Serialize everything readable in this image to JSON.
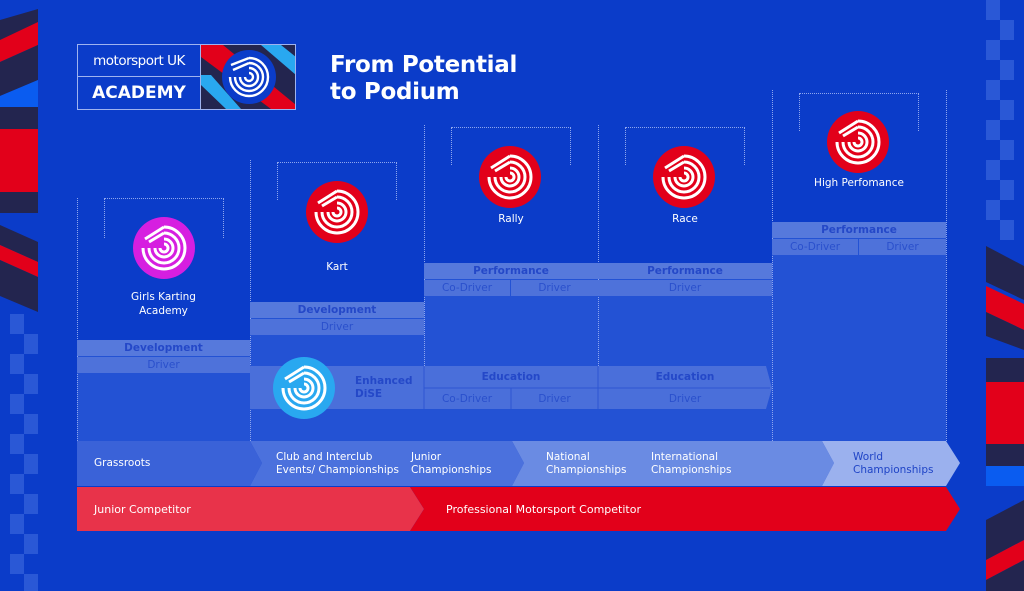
{
  "header": {
    "logo_top": "motorsport UK",
    "logo_bottom": "ACADEMY",
    "title_line1": "From Potential",
    "title_line2": "to Podium"
  },
  "pathways": [
    {
      "name": "Girls Karting Academy",
      "line1": "Girls Karting",
      "line2": "Academy",
      "band": "Development",
      "roles": [
        "Driver"
      ]
    },
    {
      "name": "Kart",
      "band": "Development",
      "roles": [
        "Driver"
      ]
    },
    {
      "name": "Rally",
      "band": "Performance",
      "roles": [
        "Co-Driver",
        "Driver"
      ]
    },
    {
      "name": "Race",
      "band": "Performance",
      "roles": [
        "Driver"
      ]
    },
    {
      "name": "High Perfomance",
      "band": "Performance",
      "roles": [
        "Co-Driver",
        "Driver"
      ]
    }
  ],
  "education": {
    "program_line1": "Enhanced",
    "program_line2": "DiSE",
    "rally_band": "Education",
    "rally_roles": [
      "Co-Driver",
      "Driver"
    ],
    "race_band": "Education",
    "race_roles": [
      "Driver"
    ]
  },
  "stages": [
    {
      "line1": "Grassroots"
    },
    {
      "line1": "Club and Interclub",
      "line2": "Events/ Championships"
    },
    {
      "line1": "Junior",
      "line2": "Championships"
    },
    {
      "line1": "National",
      "line2": "Championships"
    },
    {
      "line1": "International",
      "line2": "Championships"
    },
    {
      "line1": "World",
      "line2": "Championships"
    }
  ],
  "competitors": {
    "junior": "Junior Competitor",
    "professional": "Professional Motorsport Competitor"
  },
  "colors": {
    "background": "#0b3cc9",
    "red": "#e2001a",
    "junior_red": "#e8334a",
    "magenta": "#d61fe0",
    "cyan": "#29a8f0",
    "navy": "#23254f"
  }
}
